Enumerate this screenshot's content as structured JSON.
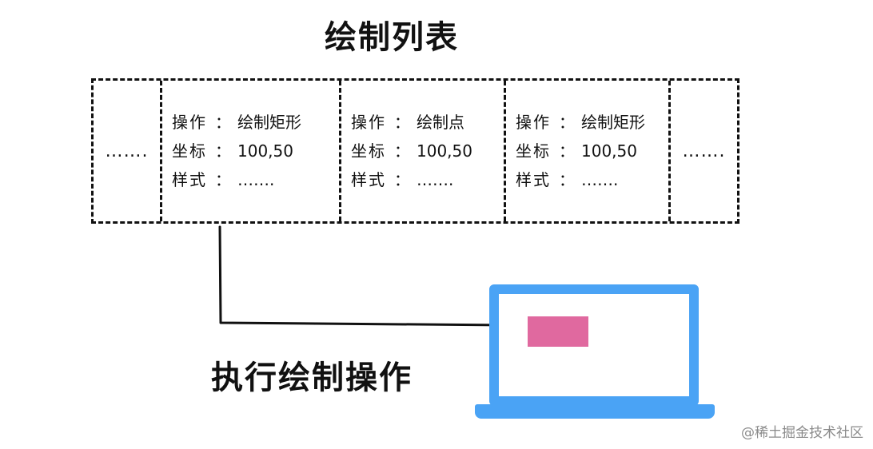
{
  "title": "绘制列表",
  "draw_list": {
    "leading_ellipsis": "…….",
    "trailing_ellipsis": "…….",
    "commands": [
      {
        "op_key": "操作",
        "op_value": "绘制矩形",
        "coord_key": "坐标",
        "coord_value": "100,50",
        "style_key": "样式",
        "style_value": "…….",
        "separator": "："
      },
      {
        "op_key": "操作",
        "op_value": "绘制点",
        "coord_key": "坐标",
        "coord_value": "100,50",
        "style_key": "样式",
        "style_value": "…….",
        "separator": "："
      },
      {
        "op_key": "操作",
        "op_value": "绘制矩形",
        "coord_key": "坐标",
        "coord_value": "100,50",
        "style_key": "样式",
        "style_value": "…….",
        "separator": "："
      }
    ]
  },
  "action_label": "执行绘制操作",
  "laptop": {
    "frame_color": "#4aa3f5",
    "drawn_rect_color": "#e0699f"
  },
  "watermark": "@稀土掘金技术社区"
}
